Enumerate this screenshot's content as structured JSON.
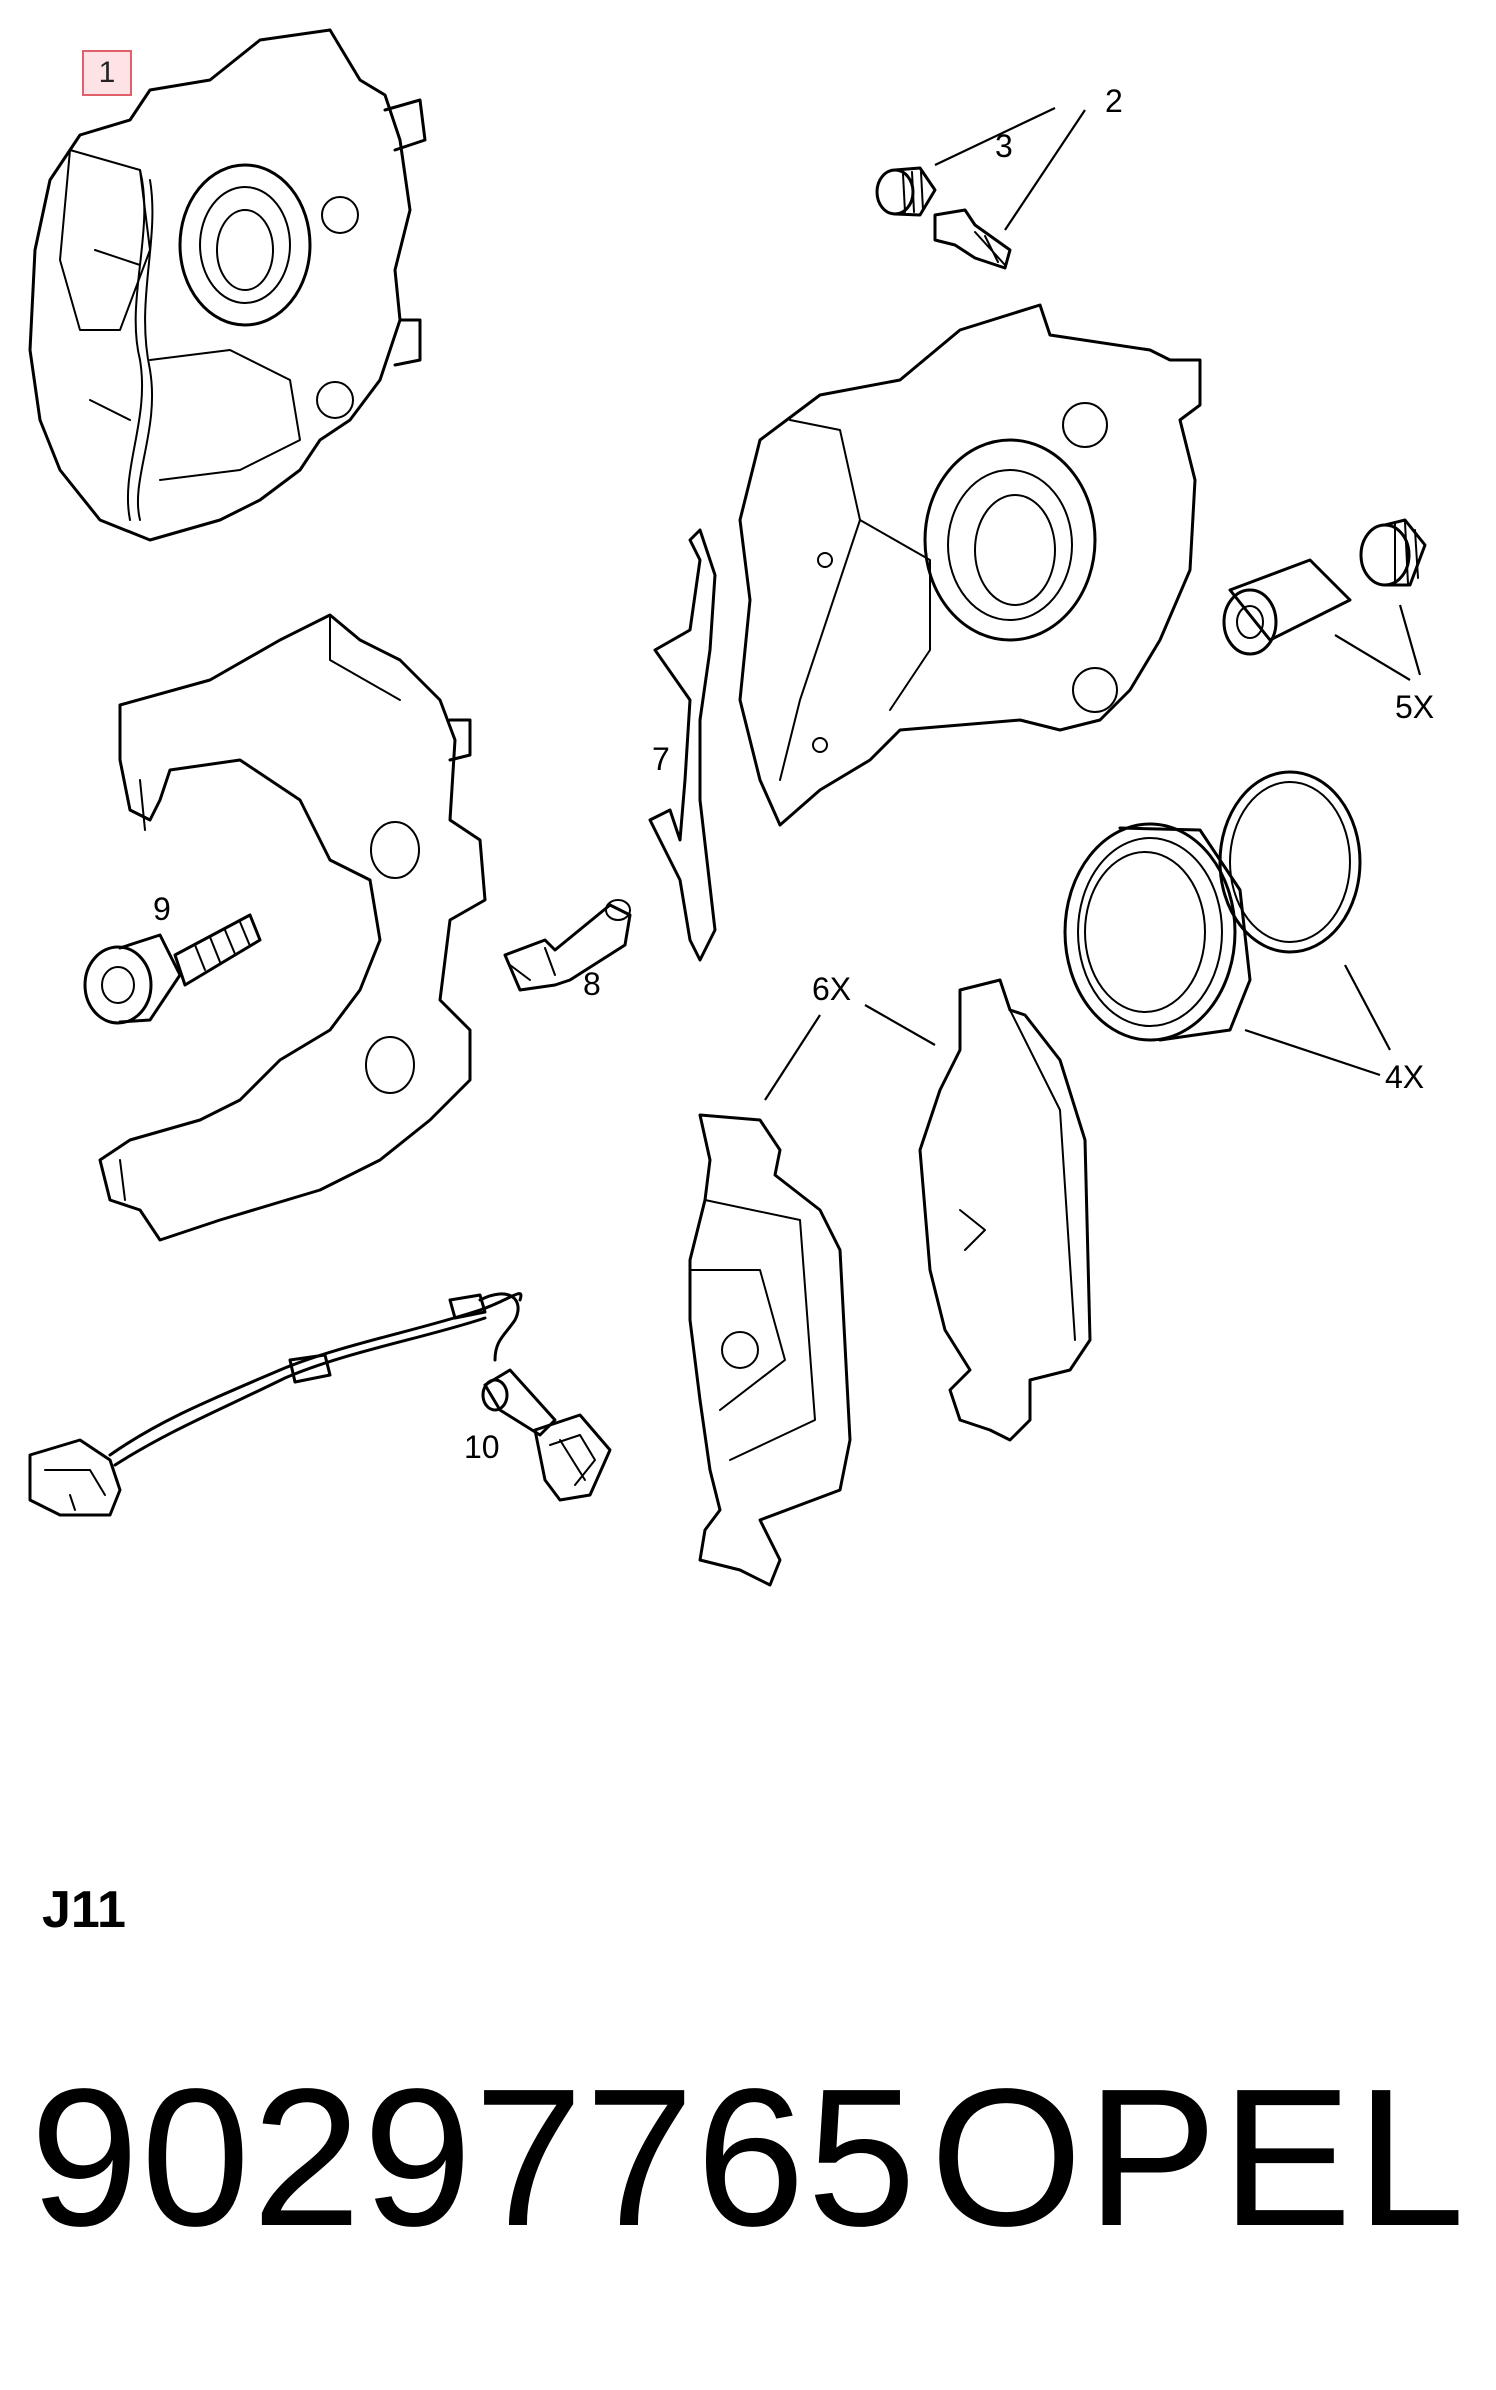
{
  "callouts": {
    "c1": "1",
    "c2": "2",
    "c3": "3",
    "c5x": "5X",
    "c7": "7",
    "c9": "9",
    "c8": "8",
    "c6x": "6X",
    "c4x": "4X",
    "c10": "10"
  },
  "section_code": "J11",
  "part_number": "90297765",
  "brand": "OPEL",
  "colors": {
    "highlight_fill": "#fde3e6",
    "highlight_border": "#e0606a",
    "line": "#000000"
  }
}
